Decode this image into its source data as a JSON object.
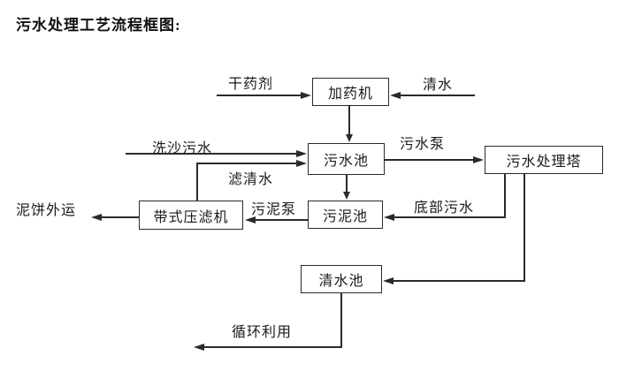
{
  "title": "污水处理工艺流程框图:",
  "colors": {
    "ink": "#2a2a2a",
    "background": "#ffffff"
  },
  "nodes": {
    "dosing_machine": "加药机",
    "sewage_pool": "污水池",
    "treatment_tower": "污水处理塔",
    "sludge_pool": "污泥池",
    "belt_press": "带式压滤机",
    "clean_pool": "清水池"
  },
  "labels": {
    "dry_chemical": "干药剂",
    "clean_water": "清水",
    "sand_wash_sewage": "洗沙污水",
    "sewage_pump": "污水泵",
    "filtered_water": "滤清水",
    "sludge_pump": "污泥泵",
    "bottom_sewage": "底部污水",
    "mud_cake_out": "泥饼外运",
    "recycle_use": "循环利用"
  }
}
